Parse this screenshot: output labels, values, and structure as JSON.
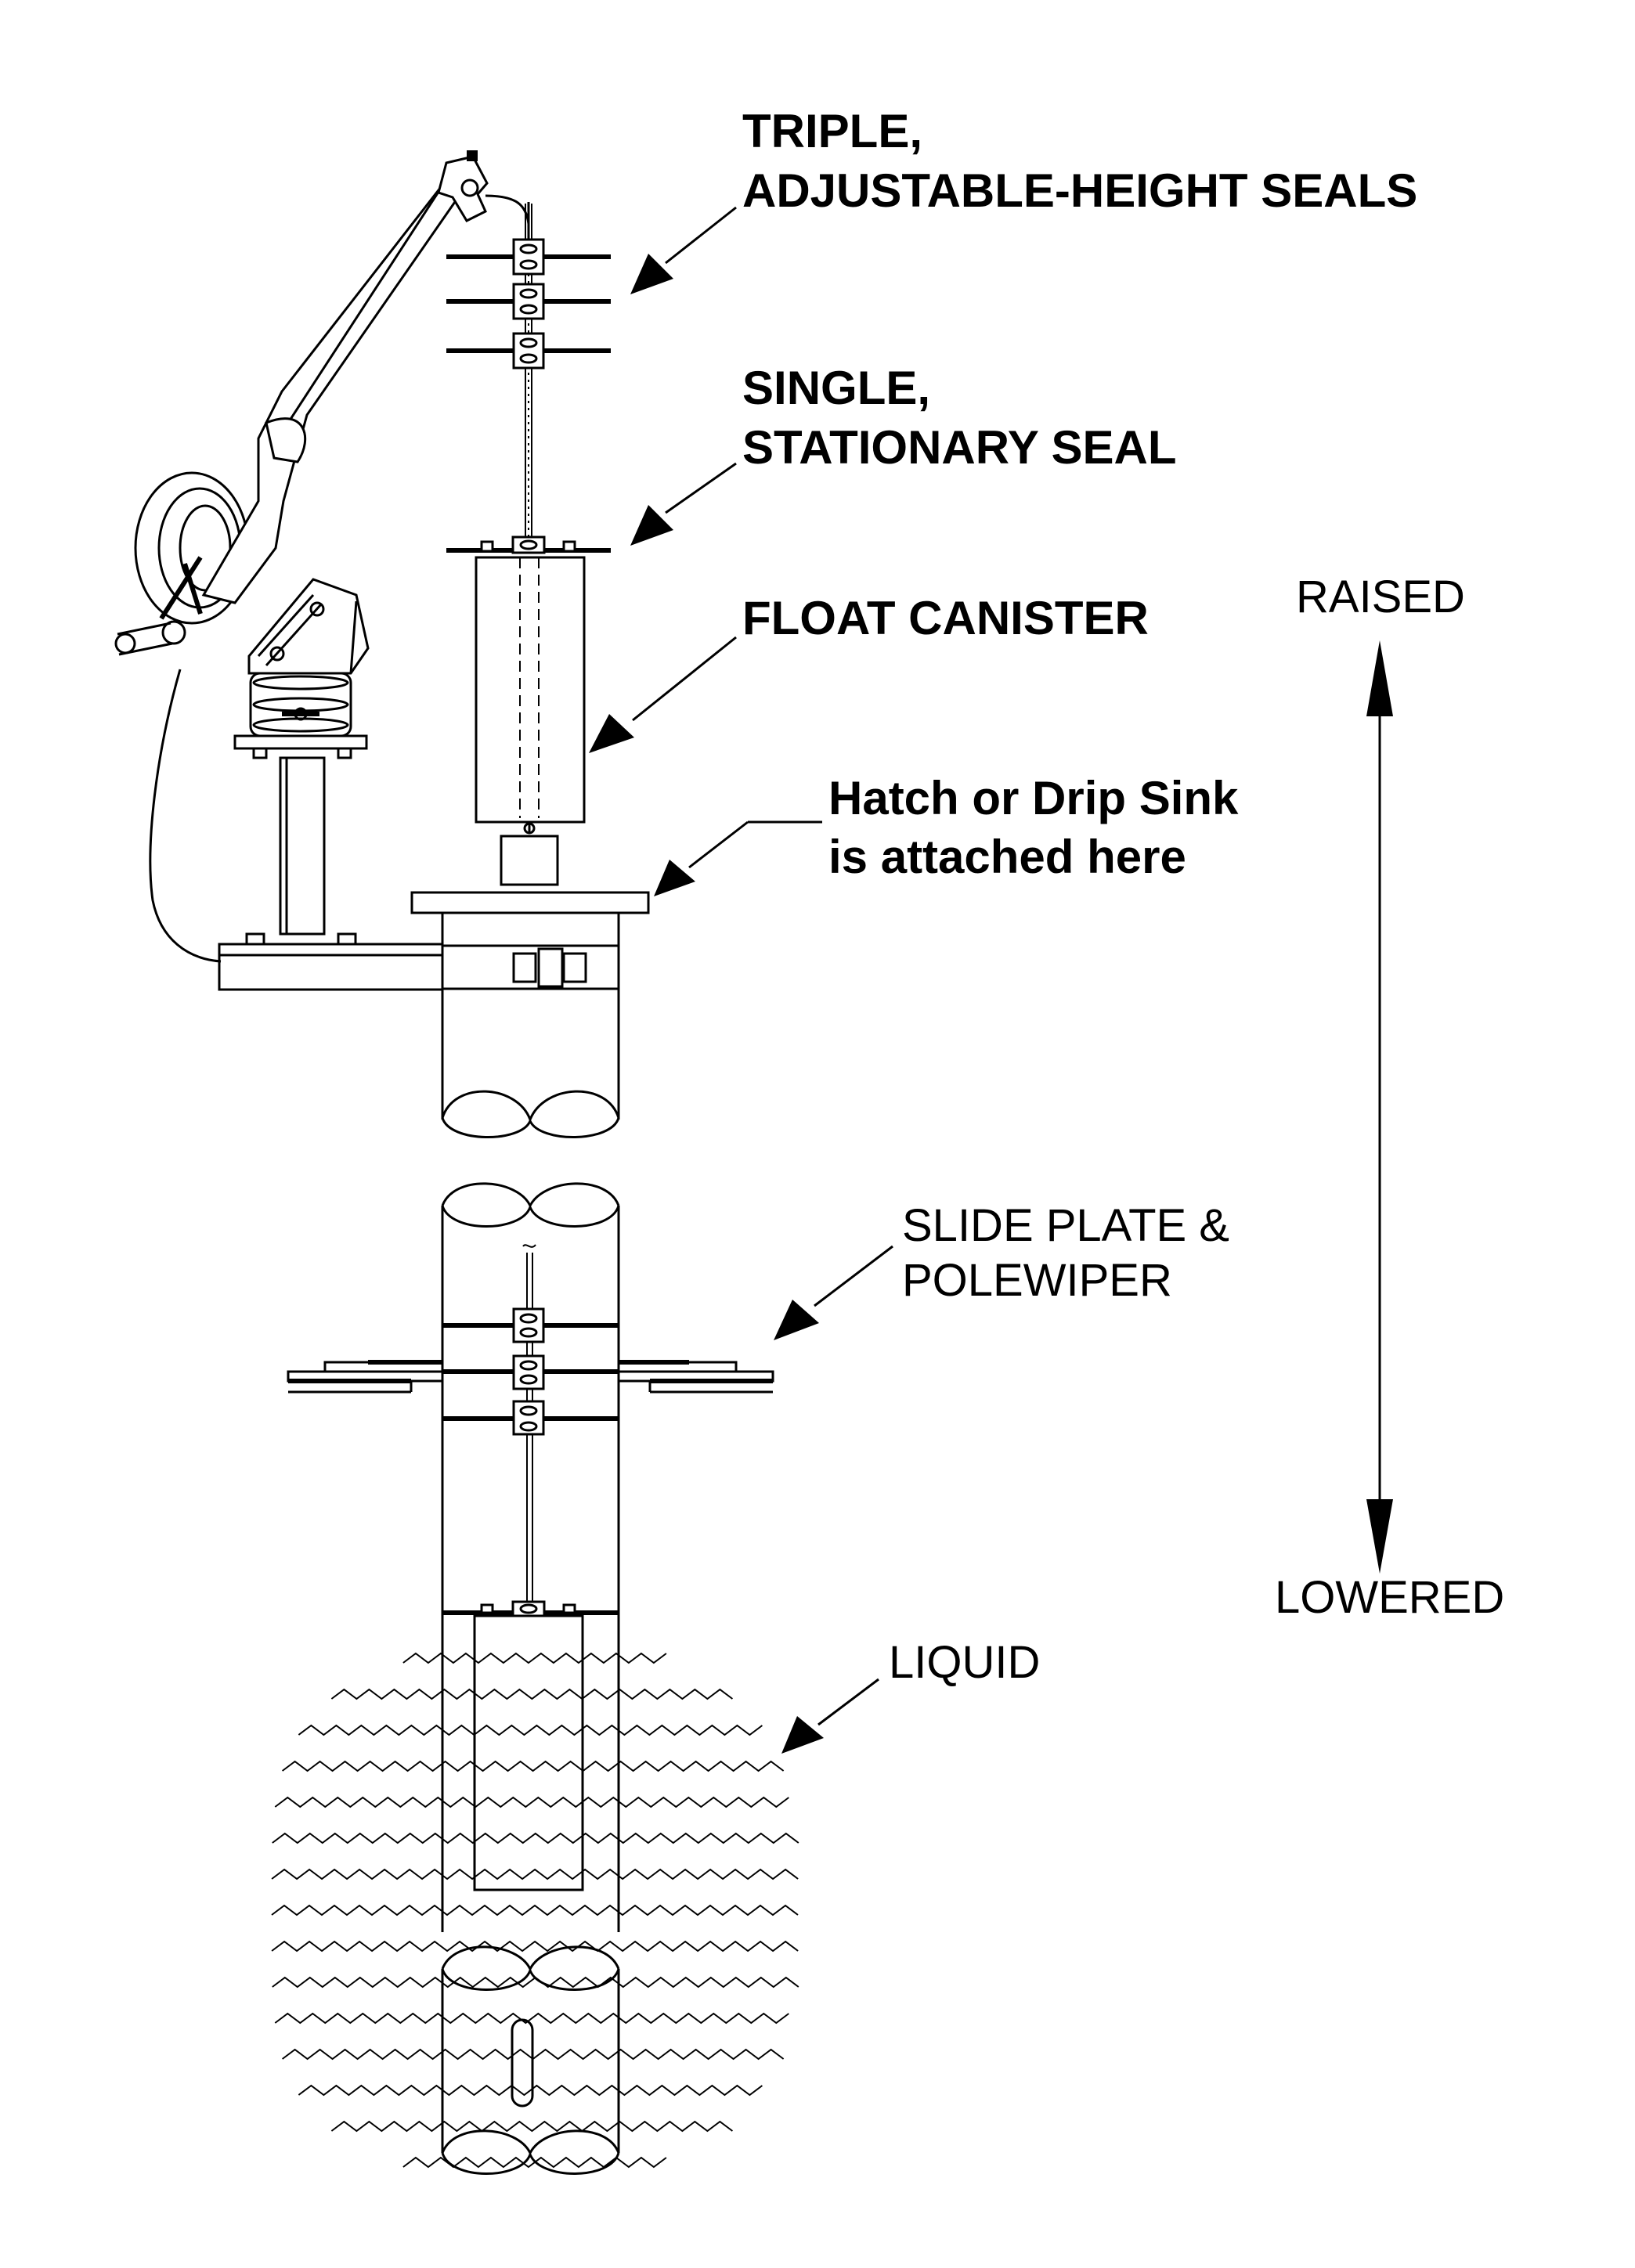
{
  "labels": {
    "triple_seals": [
      "TRIPLE,",
      "ADJUSTABLE-HEIGHT  SEALS"
    ],
    "single_seal": [
      "SINGLE,",
      "STATIONARY SEAL"
    ],
    "float_canister": "FLOAT CANISTER",
    "hatch": [
      "Hatch or Drip Sink",
      "is attached here"
    ],
    "raised": "RAISED",
    "lowered": "LOWERED",
    "slide_plate": [
      "SLIDE PLATE &",
      "POLEWIPER"
    ],
    "liquid": "LIQUID"
  },
  "icons": [
    "arrow-pointer-icon",
    "double-headed-arrow-icon"
  ]
}
